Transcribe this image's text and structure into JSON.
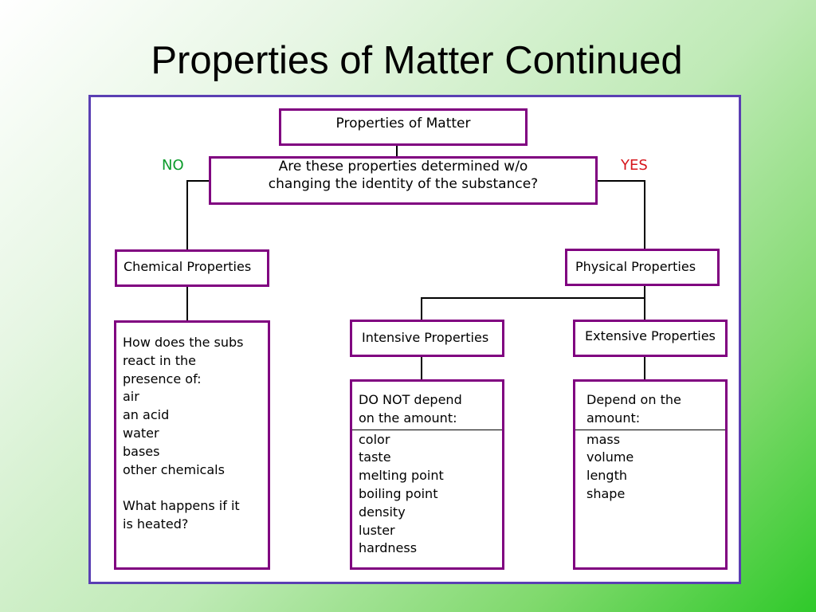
{
  "slide": {
    "title": "Properties of Matter Continued"
  },
  "diagram": {
    "root": "Properties of Matter",
    "question": "Are these properties determined w/o changing the identity of the substance?",
    "question_line1": "Are these properties determined w/o",
    "question_line2": "changing the identity of the substance?",
    "no_label": "NO",
    "yes_label": "YES",
    "chemical": {
      "title": "Chemical Properties",
      "lines": [
        "How does the subs",
        "react in the",
        "presence of:",
        "air",
        "an acid",
        "water",
        "bases",
        "other chemicals",
        "",
        "What happens if it",
        "is heated?"
      ]
    },
    "physical": {
      "title": "Physical Properties"
    },
    "intensive": {
      "title": "Intensive Properties",
      "header_line1": "DO NOT depend",
      "header_line2": "on the amount:",
      "items": [
        "color",
        "taste",
        "melting point",
        "boiling point",
        "density",
        "luster",
        "hardness"
      ]
    },
    "extensive": {
      "title": "Extensive Properties",
      "header_line1": "Depend on the",
      "header_line2": "amount:",
      "items": [
        "mass",
        "volume",
        "length",
        "shape"
      ]
    },
    "colors": {
      "box_border": "#800080",
      "frame_border": "#5a3fb3",
      "no_label": "#0a9b2a",
      "yes_label": "#d6151b"
    }
  }
}
